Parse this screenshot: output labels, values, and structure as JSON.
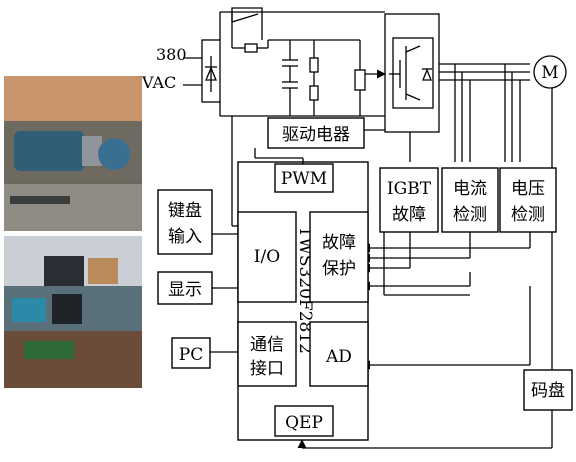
{
  "input": {
    "label_line1": "380",
    "label_line2": "VAC"
  },
  "motor": {
    "label": "M"
  },
  "driver": {
    "label": "驱动电器"
  },
  "pwm": {
    "label": "PWM"
  },
  "controller": {
    "label": "TWS320F2812"
  },
  "io": {
    "label": "I/O"
  },
  "fault_protect": {
    "line1": "故障",
    "line2": "保护"
  },
  "comm": {
    "line1": "通信",
    "line2": "接口"
  },
  "ad": {
    "label": "AD"
  },
  "qep": {
    "label": "QEP"
  },
  "keyboard": {
    "line1": "键盘",
    "line2": "输入"
  },
  "display": {
    "label": "显示"
  },
  "pc": {
    "label": "PC"
  },
  "igbt_fault": {
    "line1": "IGBT",
    "line2": "故障"
  },
  "current_detect": {
    "line1": "电流",
    "line2": "检测"
  },
  "voltage_detect": {
    "line1": "电压",
    "line2": "检测"
  },
  "encoder": {
    "label": "码盘"
  }
}
